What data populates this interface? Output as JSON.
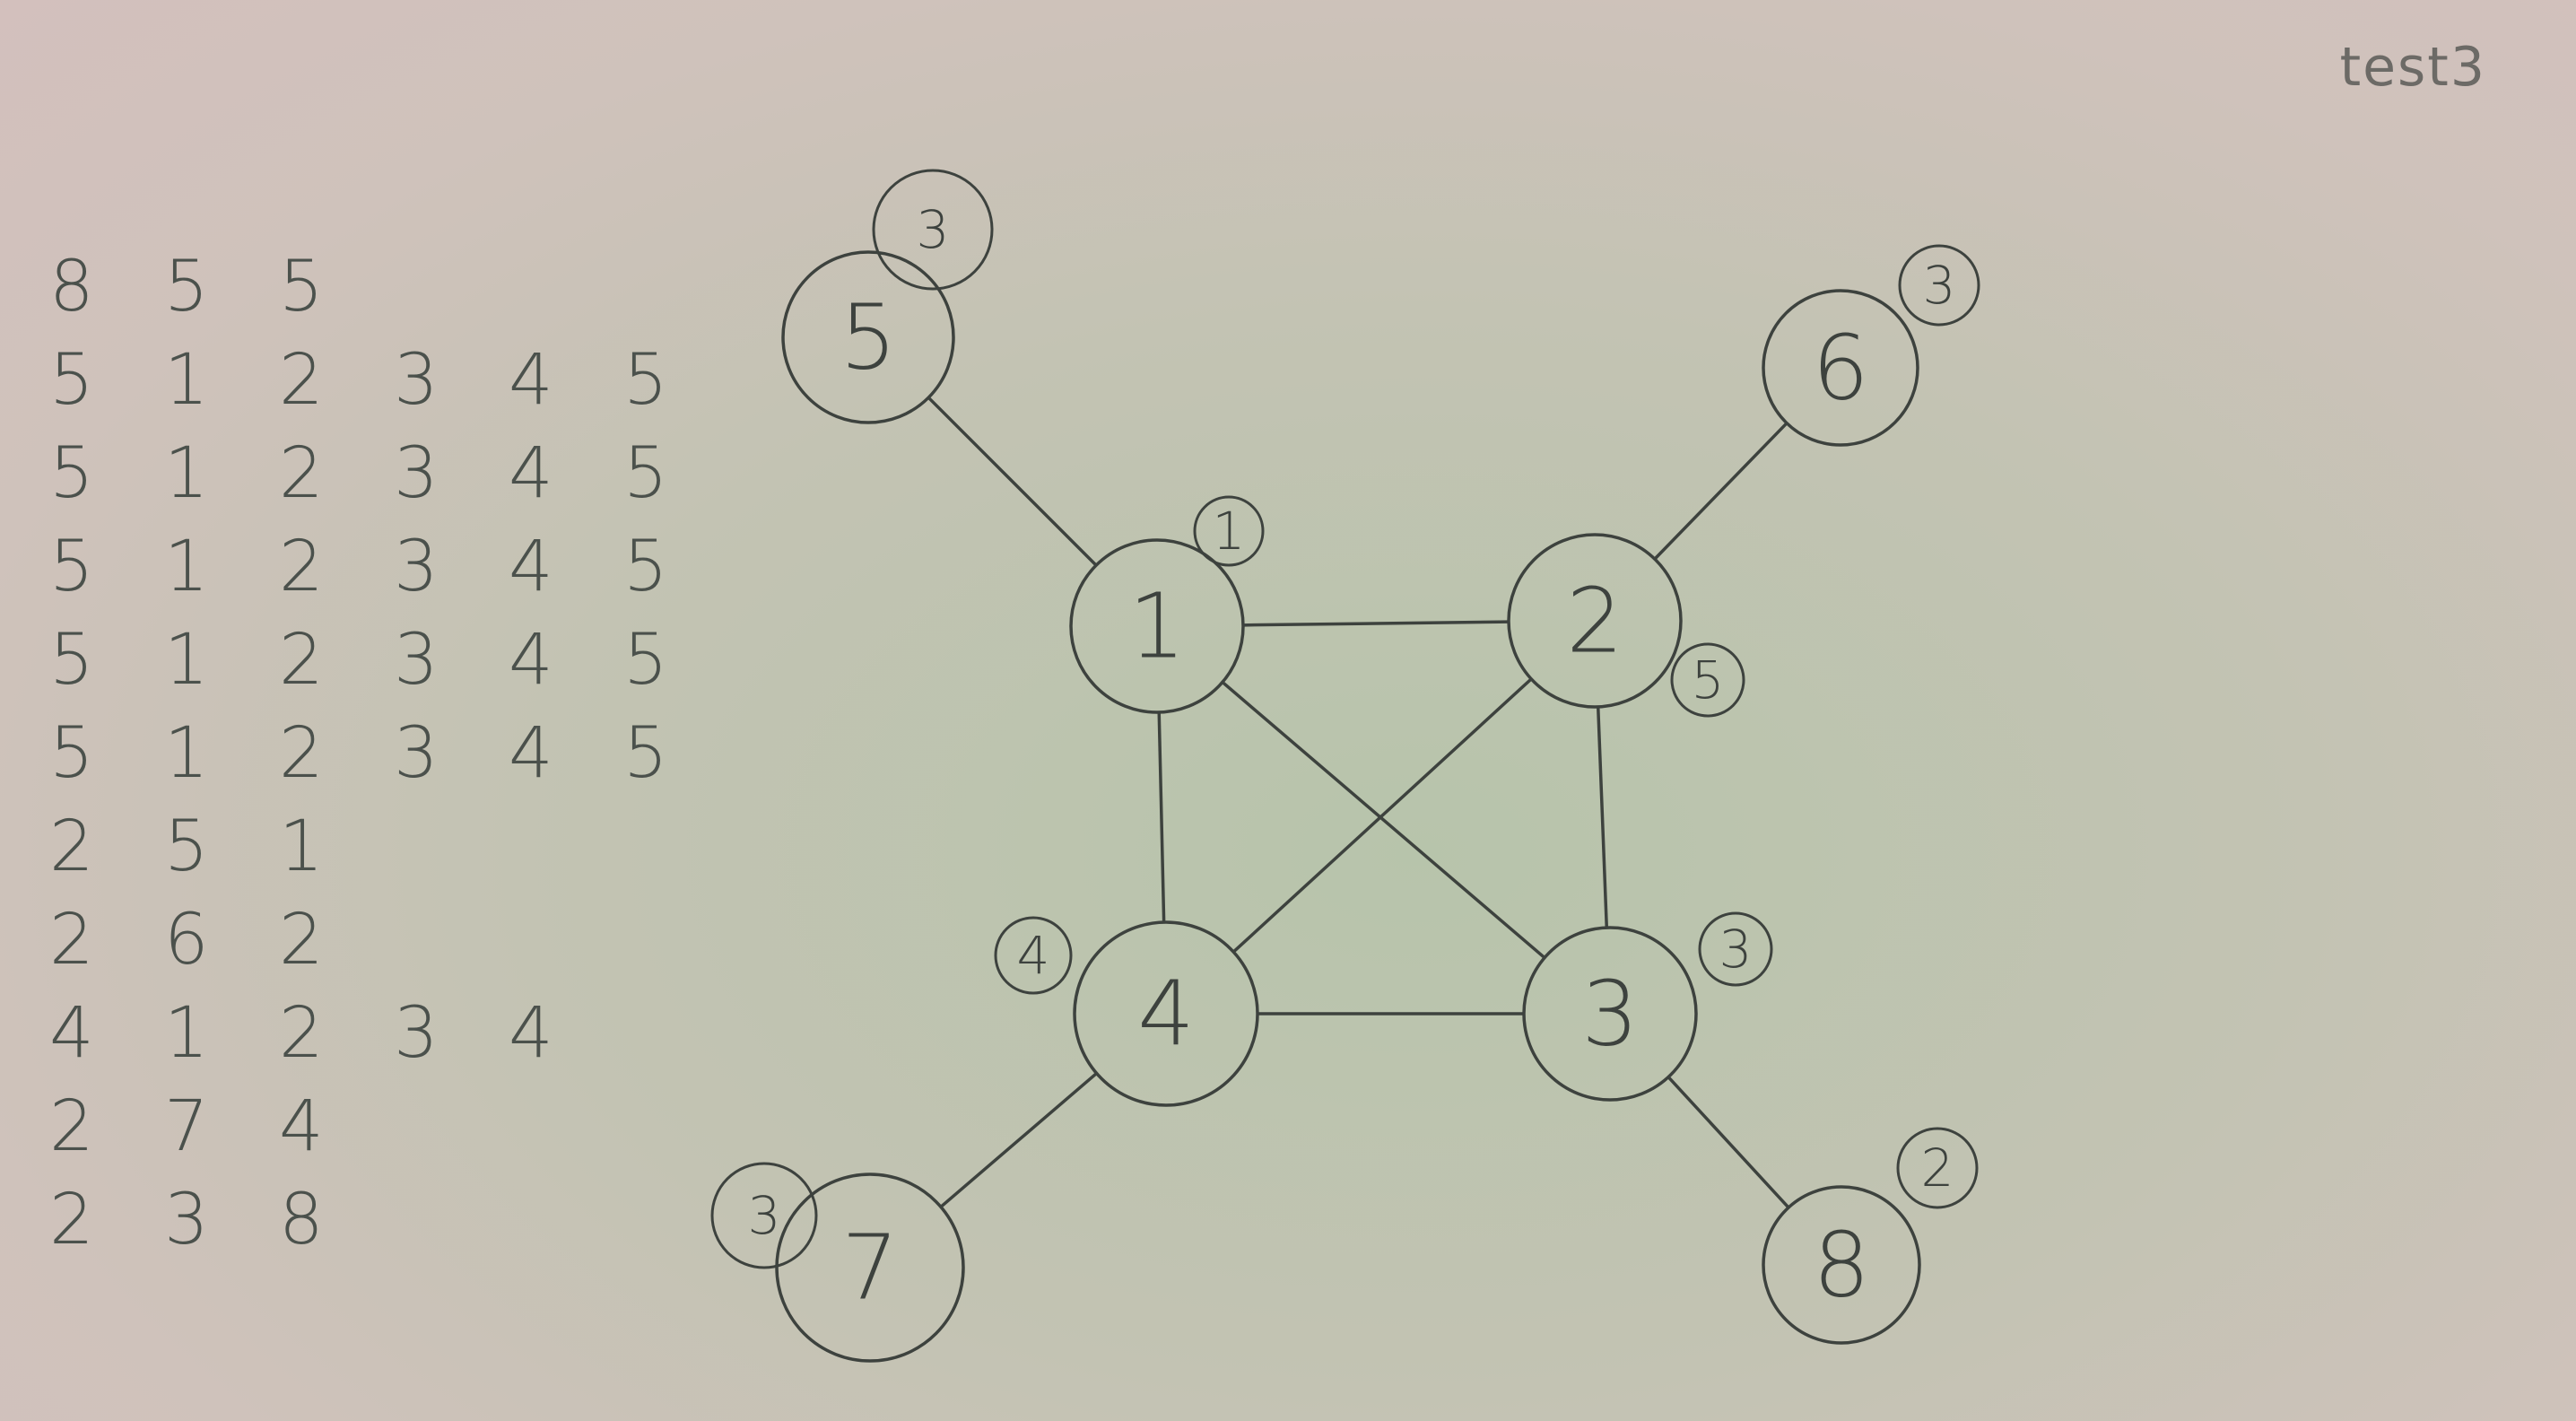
{
  "title": "test3",
  "matrix": [
    [
      "8",
      "5",
      "5"
    ],
    [
      "5",
      "1",
      "2",
      "3",
      "4",
      "5"
    ],
    [
      "5",
      "1",
      "2",
      "3",
      "4",
      "5"
    ],
    [
      "5",
      "1",
      "2",
      "3",
      "4",
      "5"
    ],
    [
      "5",
      "1",
      "2",
      "3",
      "4",
      "5"
    ],
    [
      "5",
      "1",
      "2",
      "3",
      "4",
      "5"
    ],
    [
      "2",
      "5",
      "1"
    ],
    [
      "2",
      "6",
      "2"
    ],
    [
      "4",
      "1",
      "2",
      "3",
      "4"
    ],
    [
      "2",
      "7",
      "4"
    ],
    [
      "2",
      "3",
      "8"
    ]
  ],
  "graph": {
    "nodes": [
      {
        "id": "1",
        "label": "1",
        "badge": "1"
      },
      {
        "id": "2",
        "label": "2",
        "badge": "5"
      },
      {
        "id": "3",
        "label": "3",
        "badge": "3"
      },
      {
        "id": "4",
        "label": "4",
        "badge": "4"
      },
      {
        "id": "5",
        "label": "5",
        "badge": "3"
      },
      {
        "id": "6",
        "label": "6",
        "badge": "3"
      },
      {
        "id": "7",
        "label": "7",
        "badge": "3"
      },
      {
        "id": "8",
        "label": "8",
        "badge": "2"
      }
    ],
    "edges": [
      [
        "1",
        "2"
      ],
      [
        "1",
        "4"
      ],
      [
        "1",
        "3"
      ],
      [
        "1",
        "5"
      ],
      [
        "2",
        "4"
      ],
      [
        "2",
        "3"
      ],
      [
        "2",
        "6"
      ],
      [
        "3",
        "4"
      ],
      [
        "3",
        "8"
      ],
      [
        "4",
        "7"
      ]
    ]
  }
}
